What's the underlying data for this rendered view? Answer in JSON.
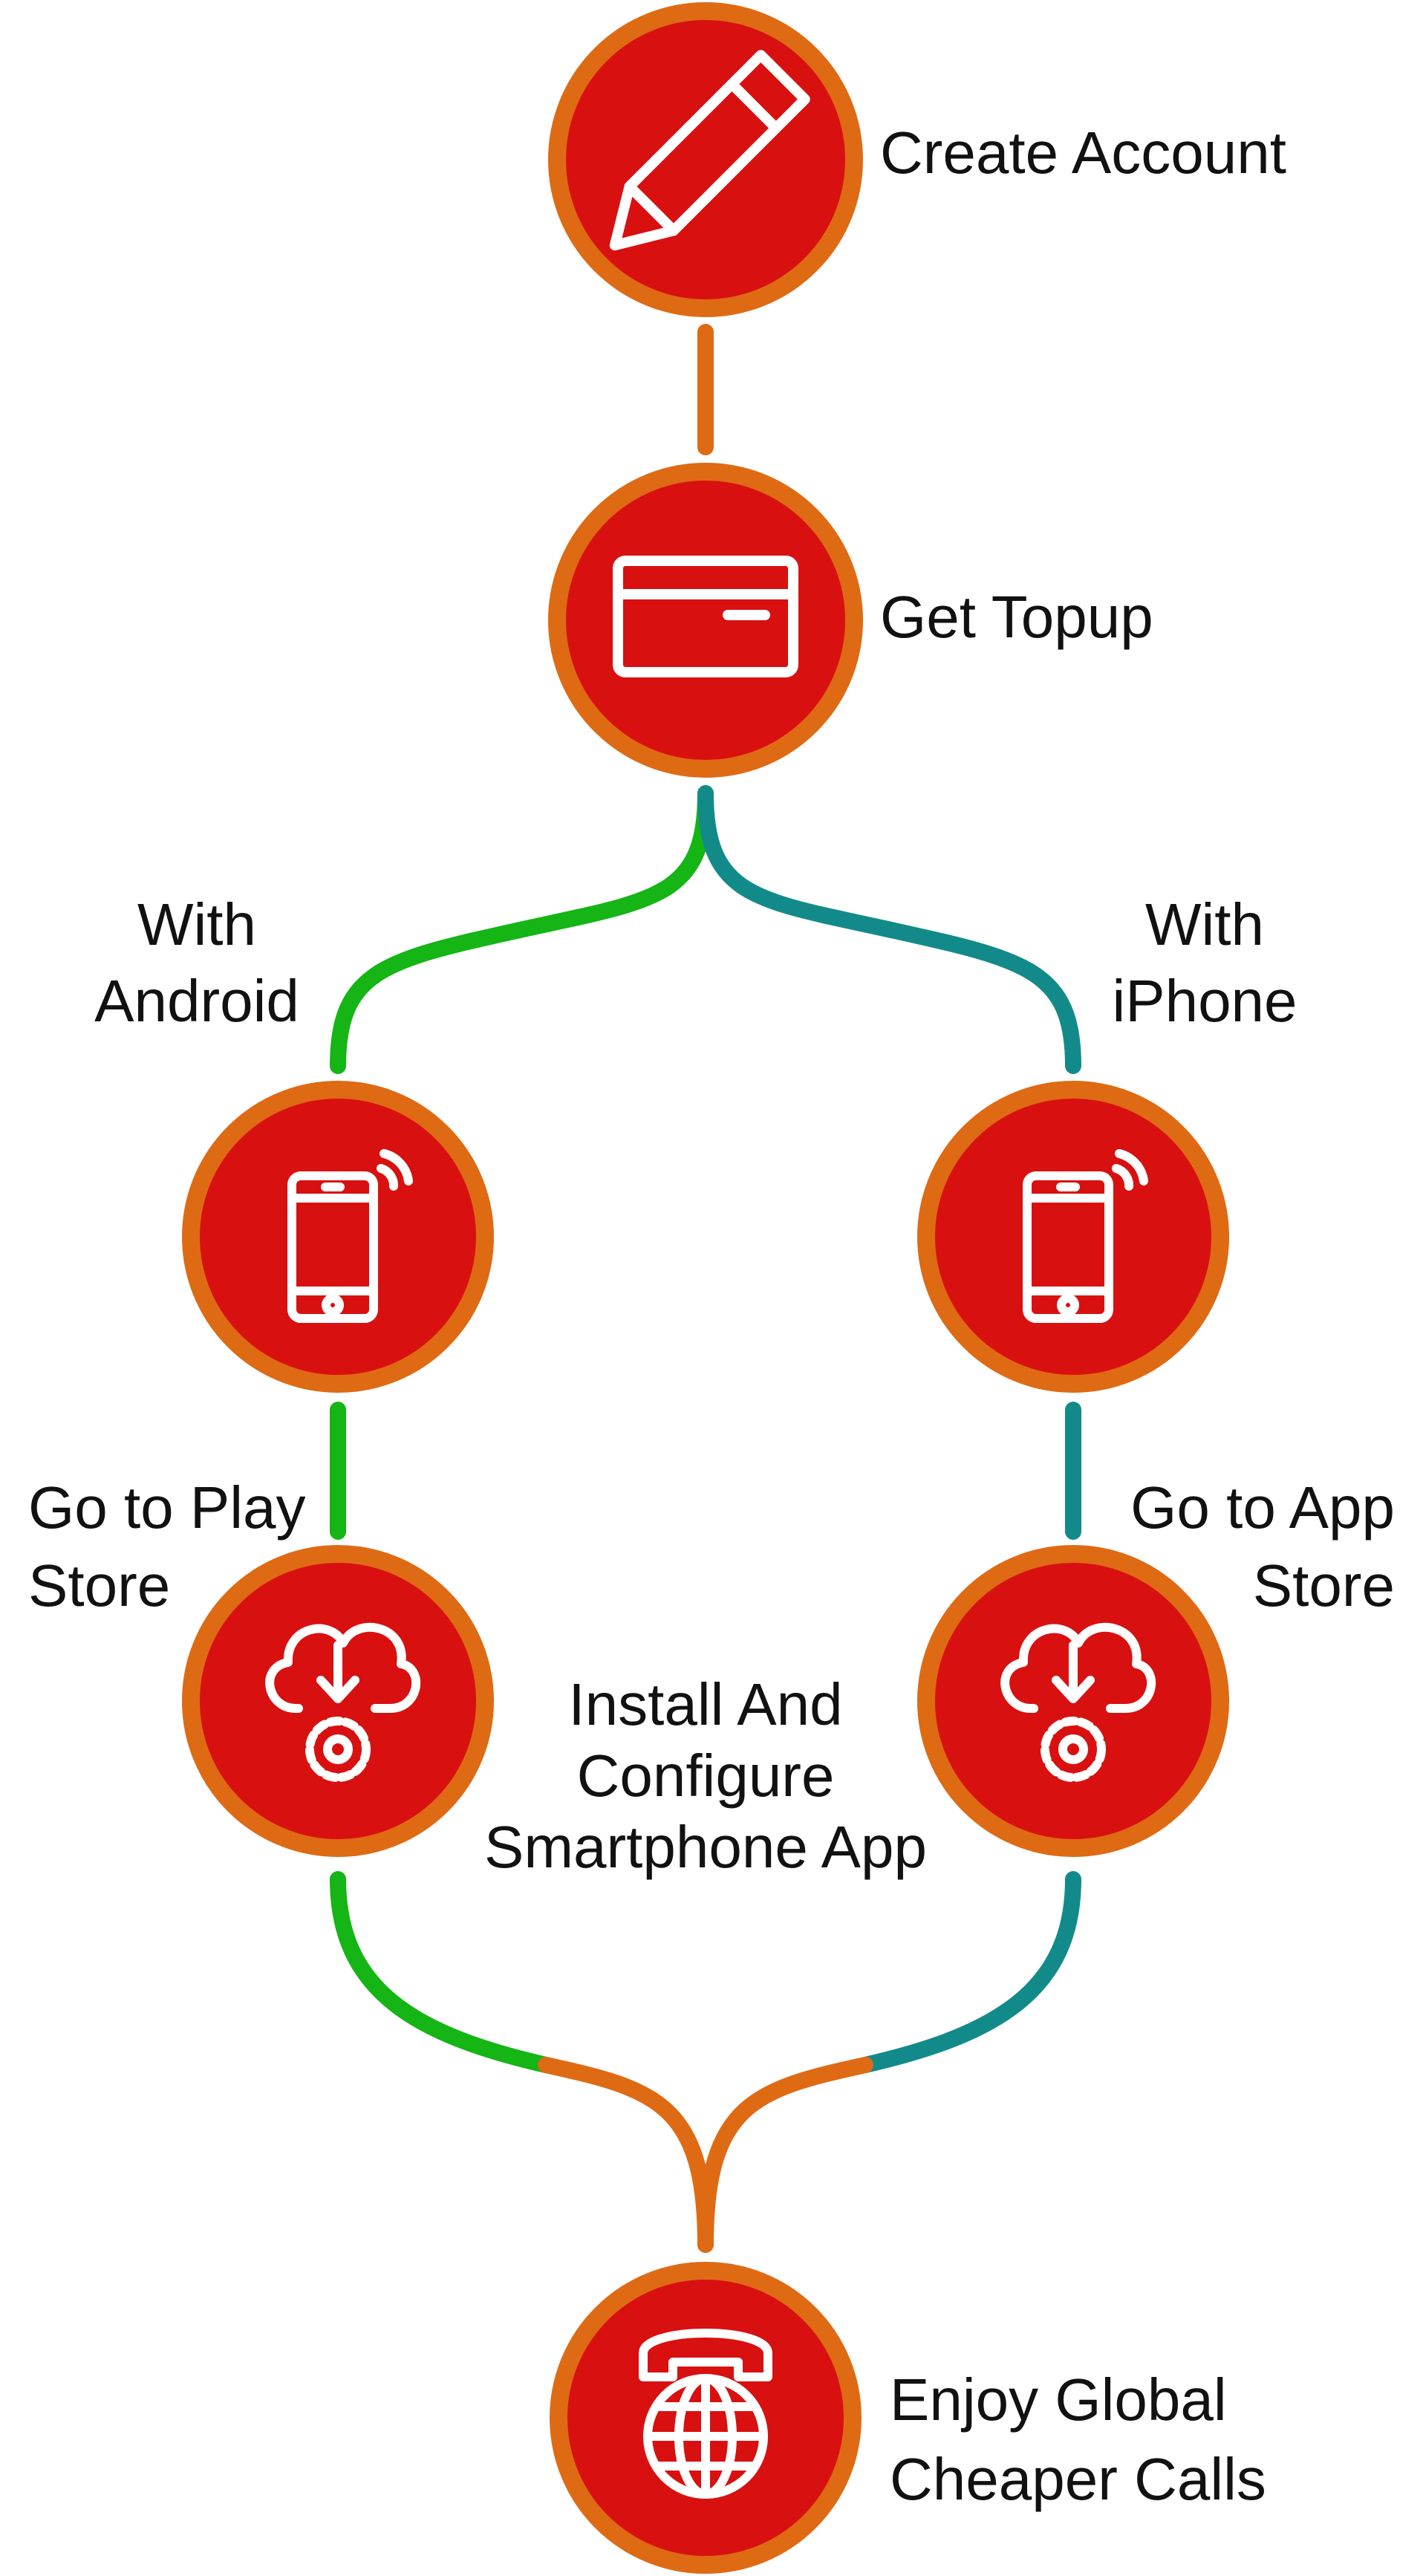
{
  "colors": {
    "node_fill": "#D91010",
    "node_ring": "#DF6A14",
    "icon_stroke": "#ffffff",
    "connector_main": "#DF6A14",
    "connector_android": "#14B514",
    "connector_iphone": "#138A8A",
    "text": "#111111"
  },
  "steps": {
    "create_account": {
      "label": "Create Account",
      "icon": "pencil-icon"
    },
    "get_topup": {
      "label": "Get Topup",
      "icon": "credit-card-icon"
    },
    "with_android": {
      "line1": "With",
      "line2": "Android",
      "icon": "smartphone-icon"
    },
    "with_iphone": {
      "line1": "With",
      "line2": "iPhone",
      "icon": "smartphone-icon"
    },
    "play_store": {
      "line1": "Go to Play",
      "line2": "Store",
      "icon": "cloud-download-gear-icon"
    },
    "app_store": {
      "line1": "Go to App",
      "line2": "Store",
      "icon": "cloud-download-gear-icon"
    },
    "install": {
      "line1": "Install And",
      "line2": "Configure",
      "line3": "Smartphone App"
    },
    "enjoy": {
      "line1": "Enjoy Global",
      "line2": "Cheaper Calls",
      "icon": "phone-globe-icon"
    }
  }
}
